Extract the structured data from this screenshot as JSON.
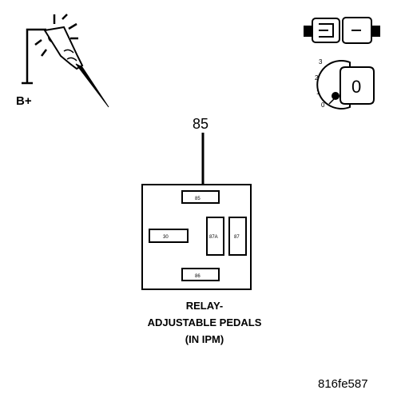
{
  "test_light": {
    "ground_label": "B+"
  },
  "ignition": {
    "positions": [
      "3",
      "2",
      "1",
      "0"
    ],
    "key_label": "0"
  },
  "relay": {
    "probe_pin": "85",
    "pins": {
      "p85": "85",
      "p30": "30",
      "p87a": "87A",
      "p87": "87",
      "p86": "86"
    },
    "caption": [
      "RELAY-",
      "ADJUSTABLE PEDALS",
      "(IN IPM)"
    ]
  },
  "figure_id": "816fe587"
}
